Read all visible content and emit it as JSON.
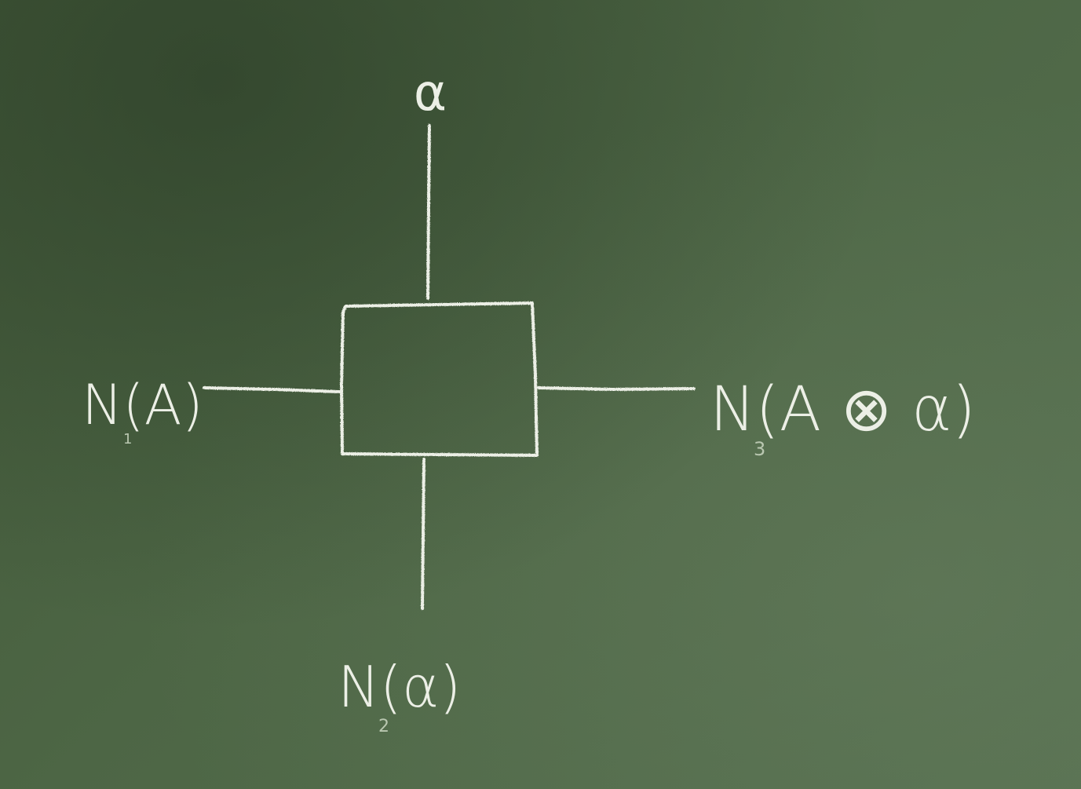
{
  "diagram": {
    "top_label": "α",
    "left_label": {
      "text": "N(A)",
      "subscript": "1"
    },
    "bottom_label": {
      "text": "N(α)",
      "subscript": "2"
    },
    "right_label": {
      "text": "N(A ⊗ α)",
      "subscript": "3"
    }
  },
  "colors": {
    "board": "#4c6443",
    "chalk": "#ecefe6",
    "subscript_chalk": "#b9c7b0"
  }
}
